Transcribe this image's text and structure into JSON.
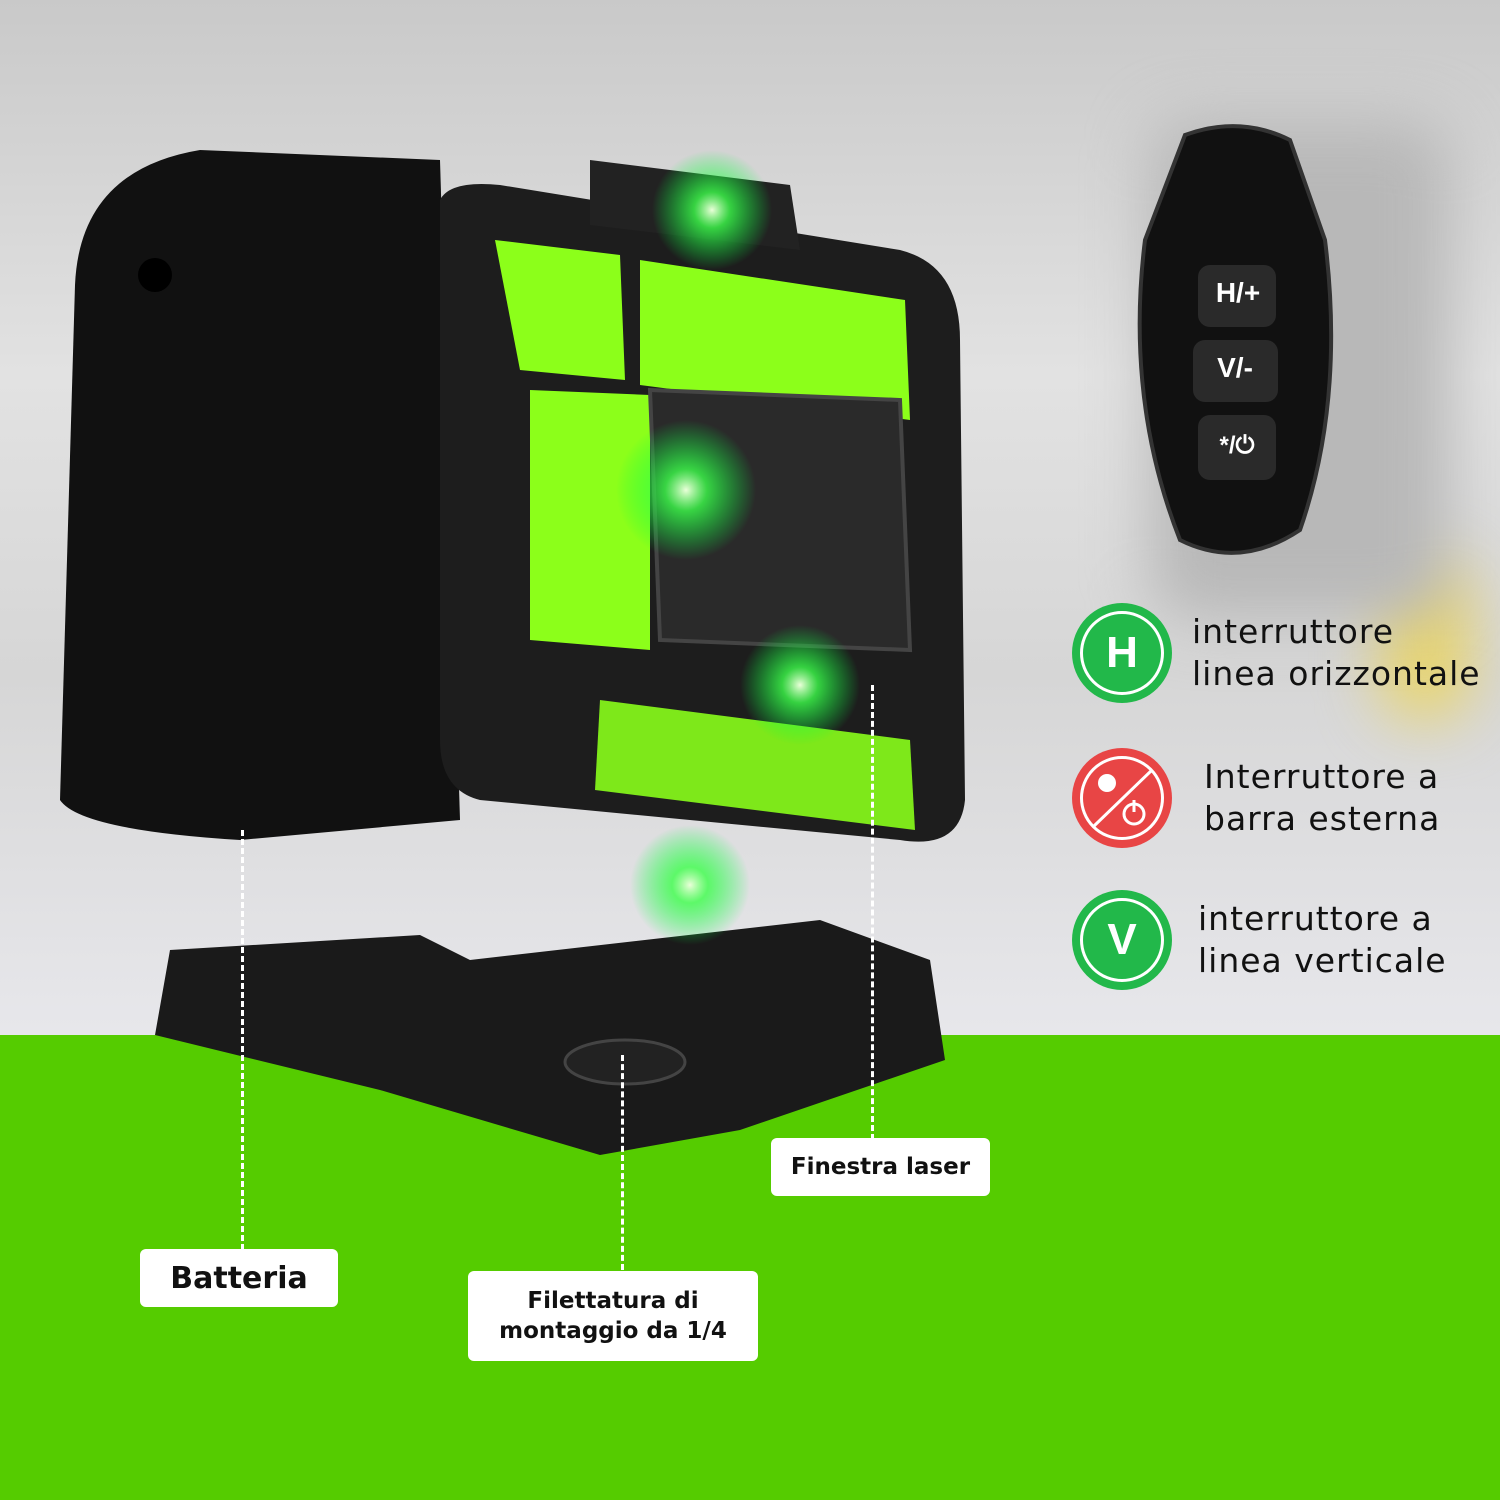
{
  "remote": {
    "buttons": [
      "H/+",
      "V/-",
      "*/⏻"
    ]
  },
  "legend": [
    {
      "icon": "H",
      "line1": "interruttore",
      "line2": "linea orizzontale",
      "color": "#22b84a"
    },
    {
      "icon": "outdoor-power-icon",
      "line1": "Interruttore a",
      "line2": "barra esterna",
      "color": "#e84545"
    },
    {
      "icon": "V",
      "line1": "interruttore a",
      "line2": "linea verticale",
      "color": "#22b84a"
    }
  ],
  "callouts": {
    "battery": "Batteria",
    "thread_line1": "Filettatura di",
    "thread_line2": "montaggio da 1/4",
    "laser_window": "Finestra laser"
  },
  "colors": {
    "floor": "#55cc00",
    "accent": "#8cff1a"
  }
}
